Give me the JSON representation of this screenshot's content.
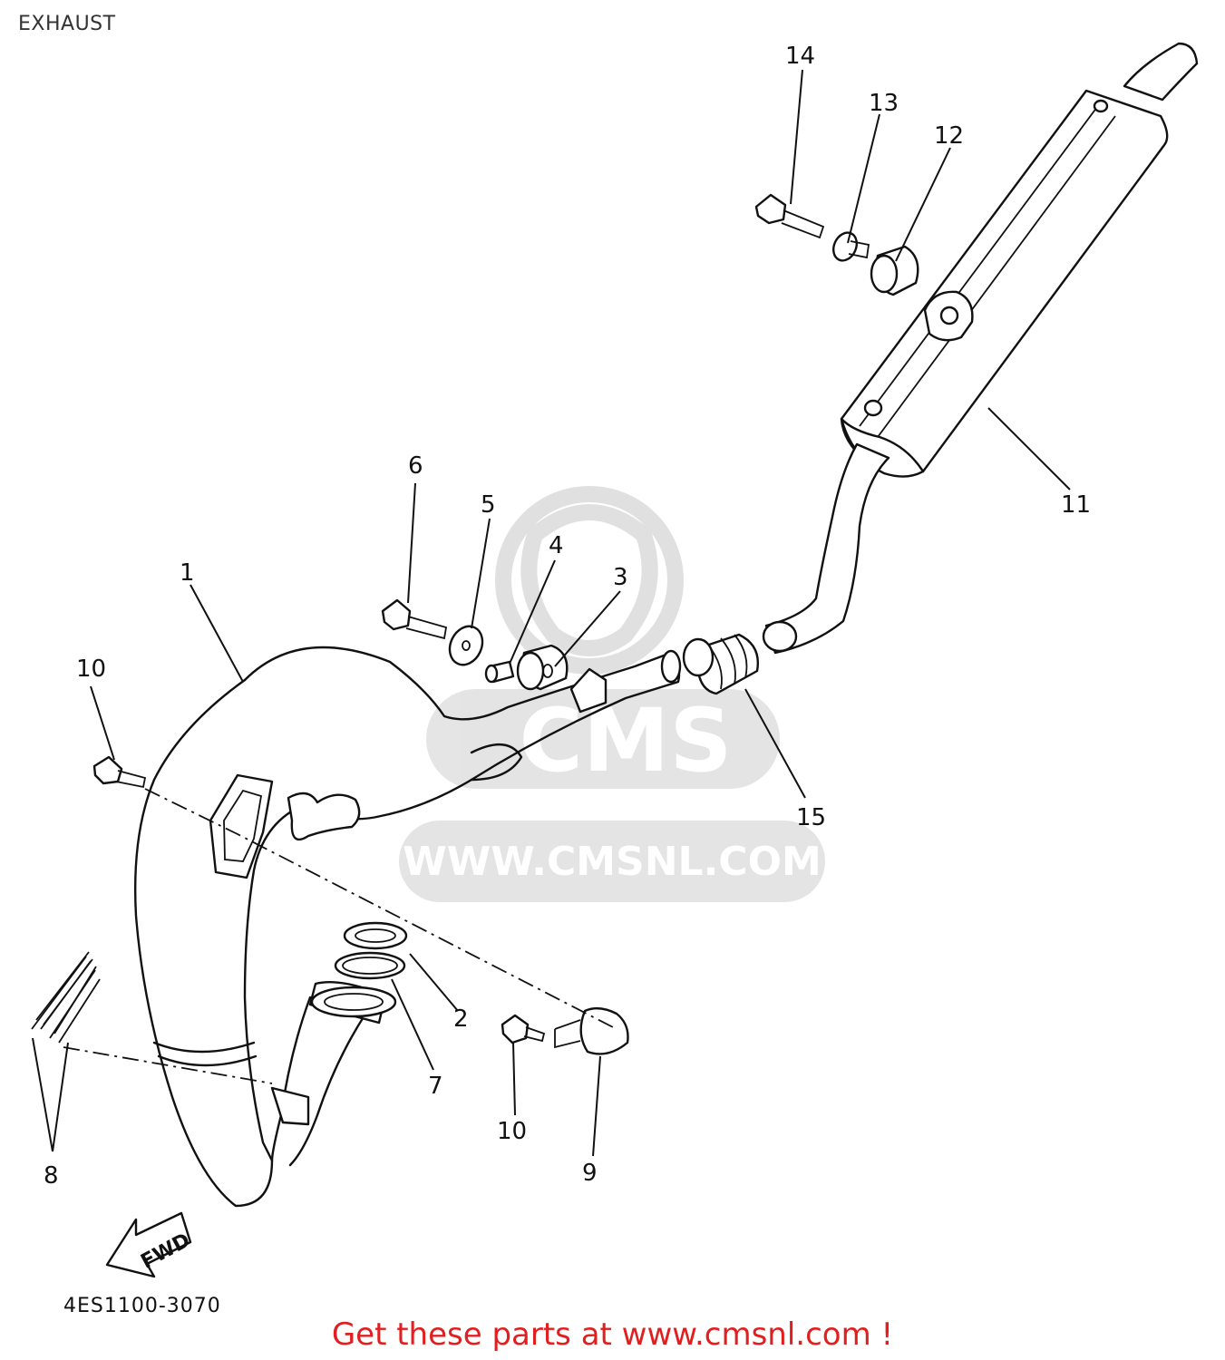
{
  "title": "EXHAUST",
  "footer": "Get these parts at www.cmsnl.com !",
  "drawing_code": "4ES1100-3070",
  "fwd_label": "FWD",
  "watermark": {
    "url_text": "WWW.CMSNL.COM",
    "logo_text": "CMS"
  },
  "callouts": {
    "c1": "1",
    "c2": "2",
    "c3": "3",
    "c4": "4",
    "c5": "5",
    "c6": "6",
    "c7": "7",
    "c8": "8",
    "c9": "9",
    "c10a": "10",
    "c10b": "10",
    "c11": "11",
    "c12": "12",
    "c13": "13",
    "c14": "14",
    "c15": "15"
  },
  "colors": {
    "footer": "#e02020",
    "line": "#111111",
    "watermark": "#d9d9d9"
  }
}
